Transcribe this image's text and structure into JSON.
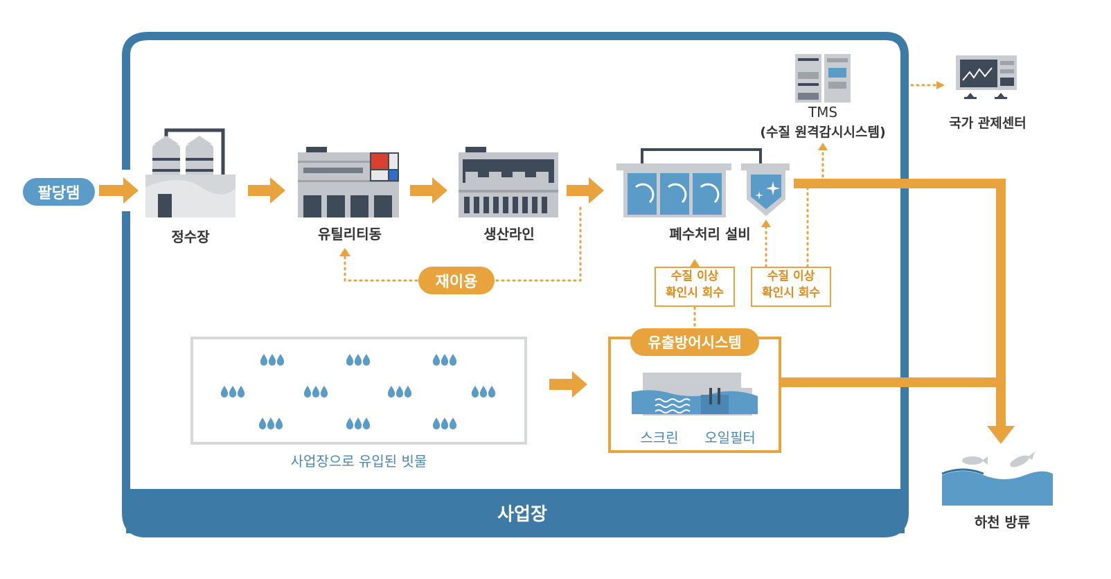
{
  "site_label": "사업장",
  "source_label": "팔당댐",
  "reuse_label": "재이용",
  "spill_system_label": "유출방어시스템",
  "nodes": {
    "water_purification": "정수장",
    "utility_building": "유틸리티동",
    "production_line": "생산라인",
    "wastewater_facility": "폐수처리 설비",
    "tms_title": "TMS",
    "tms_subtitle": "(수질 원격감시시스템)",
    "national_control": "국가 관제센터",
    "river_discharge": "하천 방류",
    "rainwater": "사업장으로 유입된 빗물",
    "screen": "스크린",
    "oil_filter": "오일필터"
  },
  "notes": {
    "recovery_1_line1": "수질 이상",
    "recovery_1_line2": "확인시 회수",
    "recovery_2_line1": "수질 이상",
    "recovery_2_line2": "확인시 회수"
  },
  "colors": {
    "site_blue": "#3d7aa6",
    "flow_orange": "#e8a33d",
    "water_blue": "#5b9bc8",
    "gray_building": "#9ea3a8"
  }
}
